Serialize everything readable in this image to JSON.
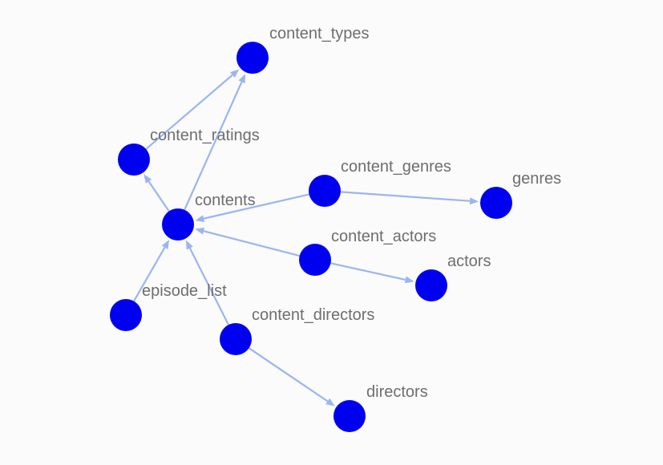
{
  "graph": {
    "colors": {
      "node": "#0000f0",
      "edge": "#9bb5ee",
      "label": "#6e6e6e",
      "background": "#fbfbfb"
    },
    "nodes": [
      {
        "id": "content_types",
        "label": "content_types"
      },
      {
        "id": "content_ratings",
        "label": "content_ratings"
      },
      {
        "id": "contents",
        "label": "contents"
      },
      {
        "id": "content_genres",
        "label": "content_genres"
      },
      {
        "id": "genres",
        "label": "genres"
      },
      {
        "id": "content_actors",
        "label": "content_actors"
      },
      {
        "id": "actors",
        "label": "actors"
      },
      {
        "id": "episode_list",
        "label": "episode_list"
      },
      {
        "id": "content_directors",
        "label": "content_directors"
      },
      {
        "id": "directors",
        "label": "directors"
      }
    ],
    "edges": [
      {
        "from": "content_ratings",
        "to": "content_types"
      },
      {
        "from": "contents",
        "to": "content_types"
      },
      {
        "from": "contents",
        "to": "content_ratings"
      },
      {
        "from": "content_genres",
        "to": "contents"
      },
      {
        "from": "content_genres",
        "to": "genres"
      },
      {
        "from": "content_actors",
        "to": "contents"
      },
      {
        "from": "content_actors",
        "to": "actors"
      },
      {
        "from": "episode_list",
        "to": "contents"
      },
      {
        "from": "content_directors",
        "to": "contents"
      },
      {
        "from": "content_directors",
        "to": "directors"
      }
    ]
  }
}
